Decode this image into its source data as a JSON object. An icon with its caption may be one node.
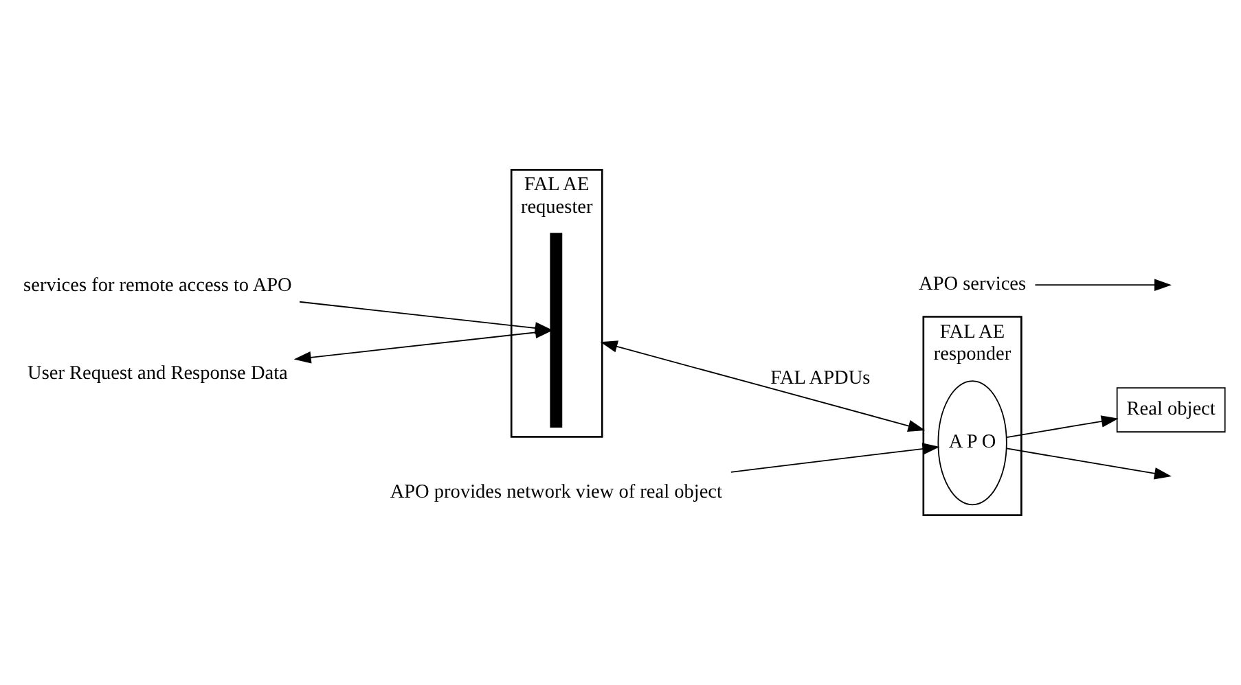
{
  "diagram": {
    "nodes": [
      {
        "text": [
          "services for remote access to APO"
        ]
      },
      {
        "text": [
          "FAL AE",
          "requester"
        ]
      },
      {
        "text": [],
        "shape": "bar",
        "in": 1
      },
      {
        "text": [
          "User Request and Response Data"
        ]
      },
      {
        "text": [
          "FAL AE",
          "responder"
        ]
      },
      {
        "text": [
          "A P O"
        ],
        "in": 4
      },
      {
        "text": [
          "APO services"
        ]
      },
      {
        "text": [
          "Real object"
        ]
      },
      {
        "text": [
          "APO provides network view of real object"
        ]
      }
    ],
    "edges": [
      {
        "from": 0,
        "to": 2,
        "arrow": "to"
      },
      {
        "from": 3,
        "to": 2,
        "arrow": "both"
      },
      {
        "from": 1,
        "to": 4,
        "arrow": "both",
        "label": "FAL APDUs"
      },
      {
        "from": 5,
        "to": null,
        "arrow": "to"
      },
      {
        "from": 5,
        "to": 7,
        "arrow": "to"
      },
      {
        "from": 6,
        "to": null,
        "arrow": "to"
      },
      {
        "from": 8,
        "to": 5,
        "arrow": "to"
      }
    ]
  }
}
